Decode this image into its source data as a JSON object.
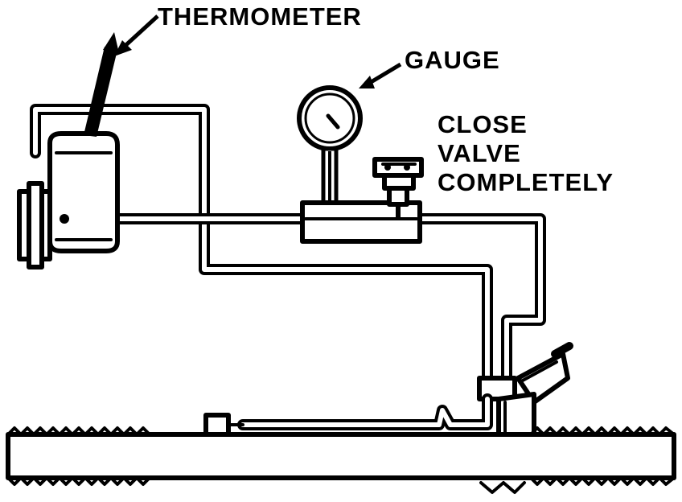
{
  "labels": {
    "thermometer": "THERMOMETER",
    "gauge": "GAUGE",
    "close_line1": "CLOSE",
    "close_line2": "VALVE",
    "close_line3": "COMPLETELY"
  },
  "colors": {
    "ink": "#000000",
    "paper": "#ffffff"
  }
}
